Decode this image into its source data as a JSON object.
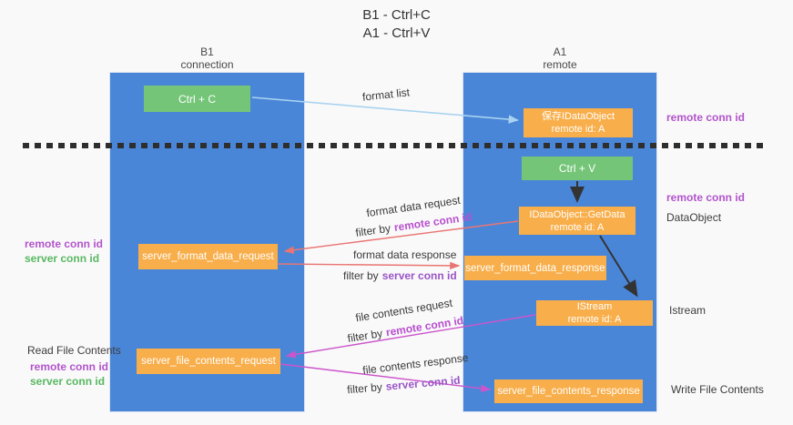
{
  "title": {
    "line1": "B1 - Ctrl+C",
    "line2": "A1 - Ctrl+V"
  },
  "lanes": {
    "left": {
      "name": "B1",
      "role": "connection"
    },
    "right": {
      "name": "A1",
      "role": "remote"
    }
  },
  "nodes": {
    "ctrl_c": {
      "label": "Ctrl + C"
    },
    "ctrl_v": {
      "label": "Ctrl + V"
    },
    "save_dataobject": {
      "line1": "保存IDataObject",
      "line2": "remote id: A"
    },
    "getdata": {
      "line1": "IDataObject::GetData",
      "line2": "remote id: A"
    },
    "istream": {
      "line1": "IStream",
      "line2": "remote id: A"
    },
    "server_format_data_request": {
      "label": "server_format_data_request"
    },
    "server_format_data_response": {
      "label": "server_format_data_response"
    },
    "server_file_contents_request": {
      "label": "server_file_contents_request"
    },
    "server_file_contents_response": {
      "label": "server_file_contents_response"
    }
  },
  "edge_labels": {
    "format_list": "format list",
    "format_data_request": "format data request",
    "format_data_response": "format data response",
    "file_contents_request": "file contents request",
    "file_contents_response": "file contents response",
    "filter_by": "filter by",
    "remote_conn_id": "remote conn id",
    "server_conn_id": "server conn id"
  },
  "side_labels": {
    "left": {
      "remote_conn_id": "remote conn id",
      "server_conn_id": "server conn id",
      "read_file_contents": "Read File Contents",
      "remote_conn_id_2": "remote conn id",
      "server_conn_id_2": "server conn id"
    },
    "right": {
      "remote_conn_id_top": "remote conn id",
      "remote_conn_id_mid": "remote conn id",
      "dataobject": "DataObject",
      "istream": "Istream",
      "write_file_contents": "Write File Contents"
    }
  },
  "colors": {
    "lane_blue": "#4a86d8",
    "node_green": "#74c578",
    "node_orange": "#f8ae4a",
    "arrow_light_blue": "#a9d3f0",
    "arrow_red": "#e97573",
    "arrow_magenta": "#cc55cc",
    "arrow_black": "#333333",
    "remote_conn_id_text": "#b254cc",
    "server_conn_id_green_text": "#58b862",
    "server_conn_id_purple_text": "#9a55c8"
  }
}
